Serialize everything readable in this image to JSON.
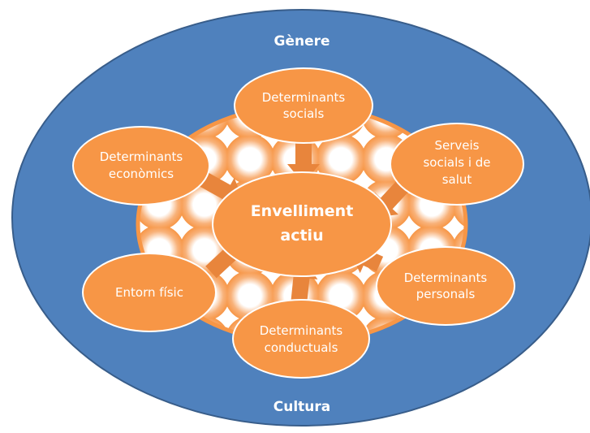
{
  "outer": {
    "top_label": "Gènere",
    "bottom_label": "Cultura"
  },
  "center": {
    "lines": [
      "Envelliment",
      "actiu"
    ]
  },
  "nodes": [
    {
      "id": "determinants-socials",
      "lines": [
        "Determinants",
        "socials"
      ]
    },
    {
      "id": "serveis-socials-salut",
      "lines": [
        "Serveis",
        "socials i de",
        "salut"
      ]
    },
    {
      "id": "determinants-personals",
      "lines": [
        "Determinants",
        "personals"
      ]
    },
    {
      "id": "determinants-conductuals",
      "lines": [
        "Determinants",
        "conductuals"
      ]
    },
    {
      "id": "entorn-fisic",
      "lines": [
        "Entorn físic"
      ]
    },
    {
      "id": "determinants-economics",
      "lines": [
        "Determinants",
        "econòmics"
      ]
    }
  ],
  "colors": {
    "outer_fill": "#4f81bd",
    "outer_stroke": "#385d8a",
    "node_fill": "#f79646",
    "node_stroke": "#ffffff",
    "arrow_fill": "#e8853c",
    "pattern_dark": "#000000",
    "pattern_light": "#ffffff"
  }
}
